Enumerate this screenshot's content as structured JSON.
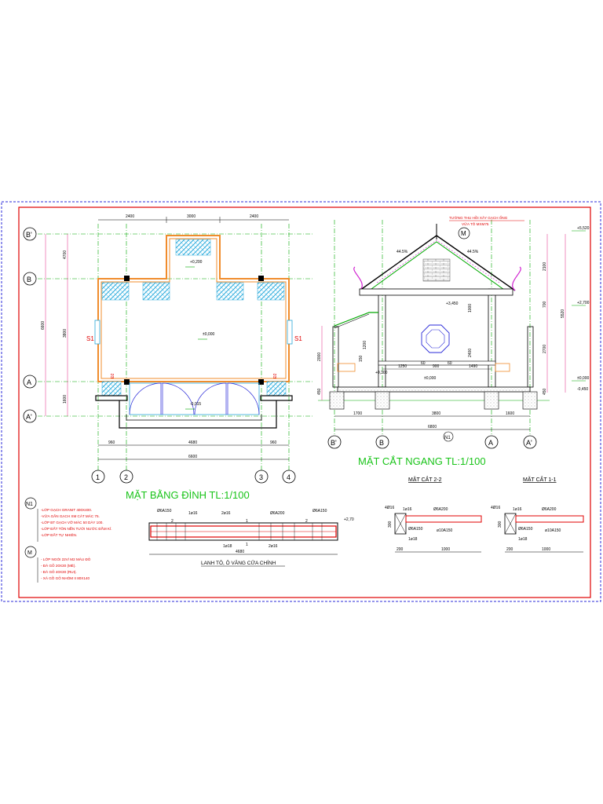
{
  "sheet": {
    "plan_title": "MẶT BẰNG ĐÌNH TL:1/100",
    "section_title": "MẶT CẮT NGANG TL:1/100",
    "section_2_title": "MẶT CẮT 2-2",
    "section_1_title": "MẶT CẮT 1-1",
    "lintel_title": "LANH TÔ, Ô VĂNG CỬA CHÍNH"
  },
  "plan": {
    "top_dims": [
      "2400",
      "3000",
      "2400"
    ],
    "left_dims_outer": "6600",
    "left_dims_a": "4700",
    "left_dims_b": "3800",
    "left_dims_c": "1600",
    "bottom_dims": [
      "960",
      "4680",
      "960"
    ],
    "bottom_total": "6600",
    "elev_top": "+0,200",
    "elev_mid": "±0,000",
    "elev_low": "-0,015",
    "window_left": "S1",
    "window_right": "S1",
    "door_left": "Đ2",
    "door_right": "Đ2",
    "axes_h": [
      "1",
      "2",
      "3",
      "4"
    ],
    "axes_v": [
      "B'",
      "B",
      "A",
      "A'"
    ]
  },
  "section": {
    "note_wall": "TƯỜNG THU HỒI XÂY GẠCH ỐNG",
    "note_mortar": "VỮA TÔ MXM75",
    "marker_m": "M",
    "marker_n": "N1",
    "slope_left": "44.5%",
    "slope_right": "44.5%",
    "elev_right": [
      "+5,520",
      "+2,700",
      "±0,000",
      "-0,450"
    ],
    "right_dims": [
      "2100",
      "700",
      "2700",
      "450",
      "5520"
    ],
    "left_dims": [
      "2000",
      "450"
    ],
    "inner_dims": [
      "1200",
      "150",
      "2400",
      "1000"
    ],
    "elev_inner": [
      "+3,450",
      "+0,300",
      "±0,000"
    ],
    "mid_dims": [
      "1250",
      "60",
      "900",
      "60",
      "1490"
    ],
    "bottom_dims": [
      "1700",
      "3800",
      "1600"
    ],
    "bottom_total": "6800",
    "axes": [
      "B'",
      "B",
      "A",
      "A'"
    ]
  },
  "legend": {
    "n1_label": "N1",
    "n1_items": [
      "-LỚP GẠCH GRANIT 400X400.",
      "-VỮA GẮN GẠCH XM CÁT MÁC 75.",
      "-LỚP BT GẠCH VỠ MÁC 50 DÀY 100.",
      "-LỚP ĐẤT TÔN NỀN TƯỚI NƯỚC ĐẦM KĨ.",
      "-LỚP ĐẤT TỰ NHIÊN."
    ],
    "m_label": "M",
    "m_items": [
      "- LỚP NGÓI 22V/ M2 MÀU ĐỎ",
      "- ĐÀ GỖ 20X30 (MÈ).",
      "- ĐÀ GỖ 40X30 (RUI).",
      "- XÀ GỒ GỖ NHÓM II 80X140"
    ]
  },
  "lintel": {
    "labels": [
      "Ø6A150",
      "1ø16",
      "2ø16",
      "Ø6A200",
      "Ø6A150"
    ],
    "bottom_labels": [
      "1ø18",
      "2ø16"
    ],
    "span": "4680",
    "elev": "+2,70",
    "marks": [
      "2",
      "1",
      "1",
      "2"
    ]
  },
  "detail_2": {
    "labels": [
      "4Ø16",
      "1ø16",
      "Ø6A200",
      "Ø6A150",
      "ø10A150",
      "1ø18"
    ],
    "dims": [
      "200",
      "1000",
      "300"
    ]
  },
  "detail_1": {
    "labels": [
      "4Ø16",
      "1ø16",
      "Ø6A200",
      "Ø6A150",
      "ø10A150",
      "1ø18"
    ],
    "dims": [
      "200",
      "1000",
      "300"
    ]
  },
  "colors": {
    "frame": "#e00000",
    "outer": "#2a2ad8",
    "title": "#19c419",
    "axis": "#00a800",
    "wall": "#f08c2c",
    "hatch": "#2aa8d8",
    "magenta": "#d020d0",
    "dim": "#e02080"
  }
}
